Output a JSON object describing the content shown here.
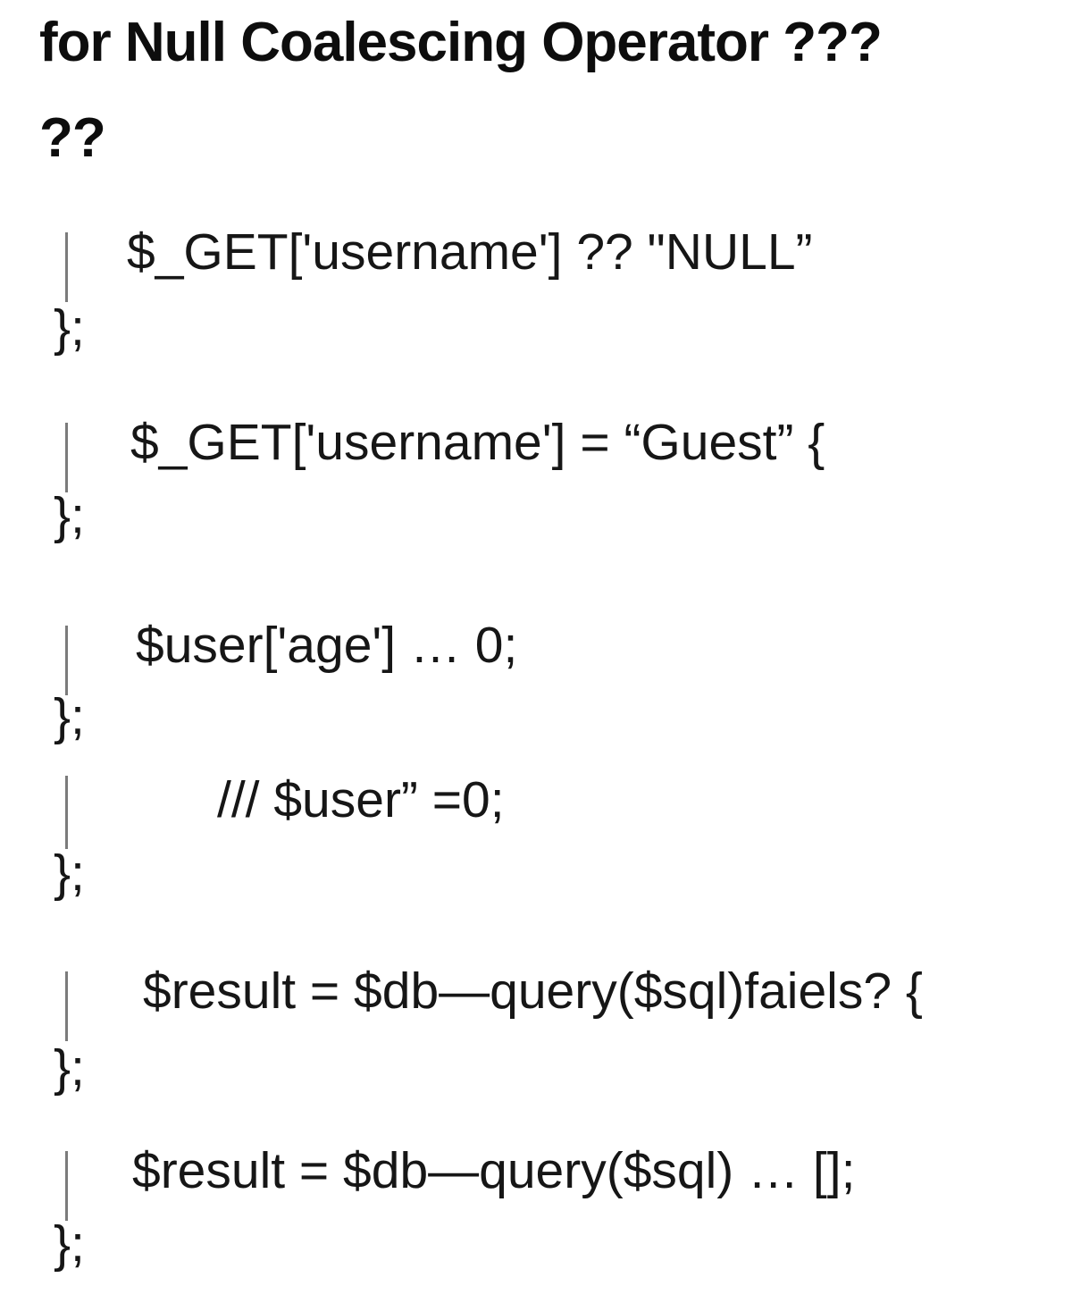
{
  "title": {
    "line1": "for Null Coalescing Operator ???",
    "line2": "??"
  },
  "blocks": [
    {
      "code": "$_GET['username'] ?? \"NULL”",
      "close": "};"
    },
    {
      "code": "$_GET['username'] = “Guest” {",
      "close": "};"
    },
    {
      "code": "$user['age'] … 0;",
      "close": "};"
    },
    {
      "code": "/// $user” =0;",
      "close": "};"
    },
    {
      "code": "$result = $db—query($sql)faiels? {",
      "close": "};"
    },
    {
      "code": "$result = $db—query($sql) … [];",
      "close": "};"
    }
  ],
  "colors": {
    "background": "#ffffff",
    "text": "#161616",
    "pipe_bar": "#7b7b7b"
  }
}
